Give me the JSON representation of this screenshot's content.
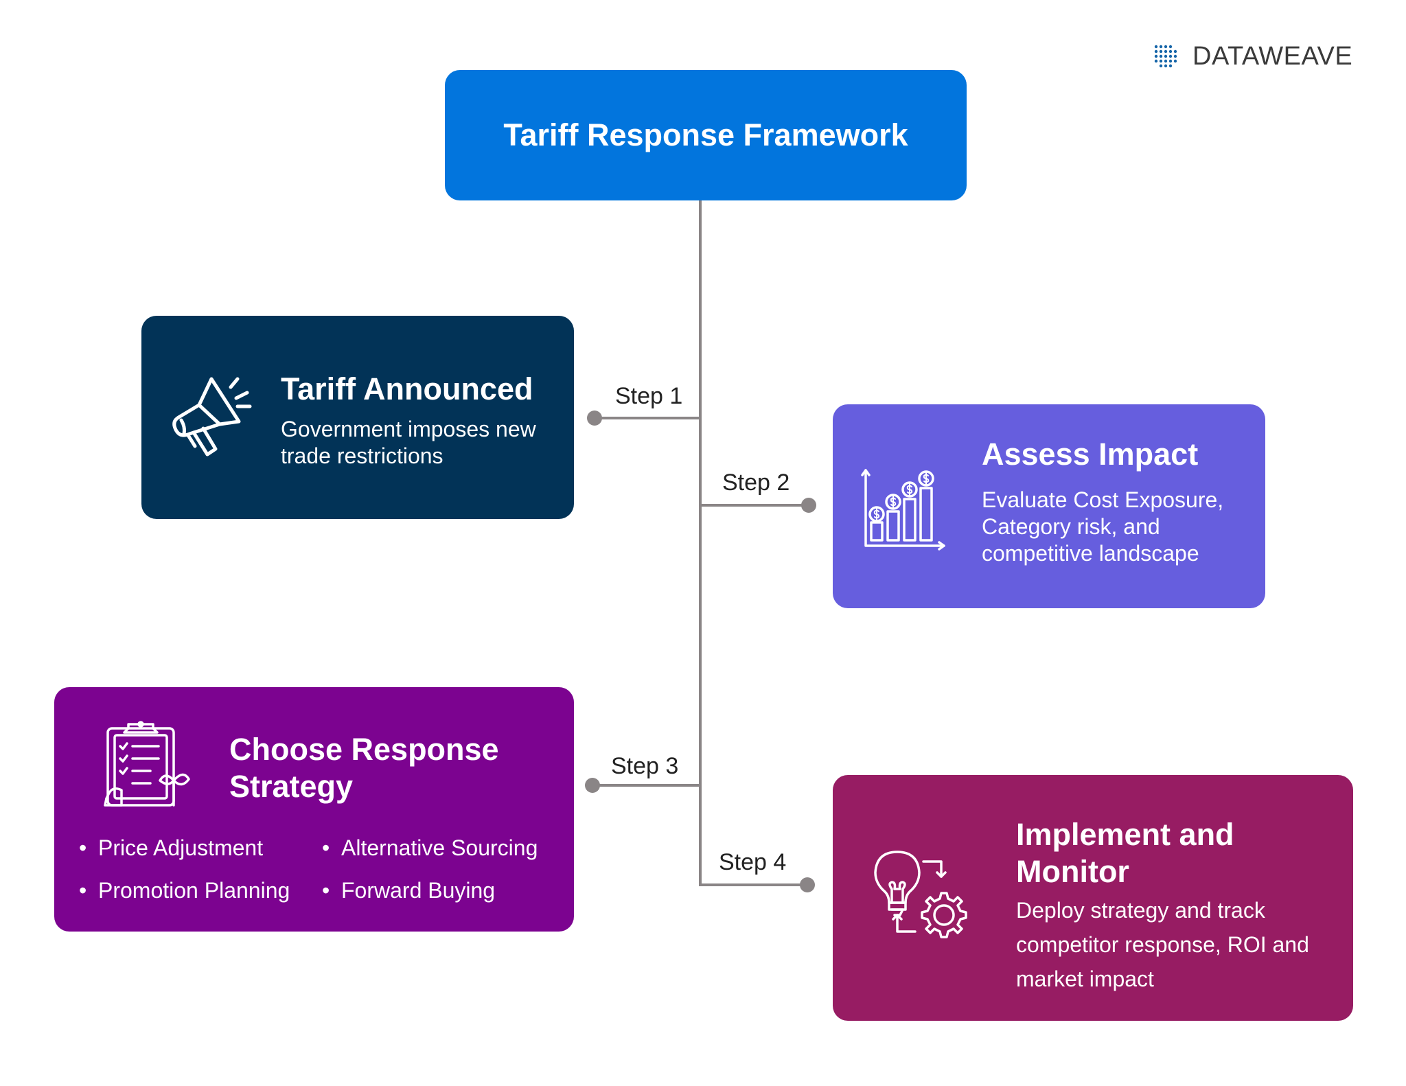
{
  "brand": {
    "name": "DATAWEAVE"
  },
  "header": {
    "title": "Tariff Response Framework"
  },
  "colors": {
    "header": "#0275DD",
    "step1": "#023357",
    "step2": "#665EDE",
    "step3": "#7C0390",
    "step4": "#971C63",
    "connector": "#8A8586"
  },
  "steps": [
    {
      "label": "Step 1",
      "title": "Tariff Announced",
      "description": "Government imposes new trade restrictions",
      "icon": "megaphone-icon"
    },
    {
      "label": "Step 2",
      "title": "Assess Impact",
      "description": "Evaluate Cost Exposure, Category risk, and competitive landscape",
      "icon": "bar-chart-dollar-icon"
    },
    {
      "label": "Step 3",
      "title": "Choose Response Strategy",
      "bullets": [
        "Price Adjustment",
        "Alternative Sourcing",
        "Promotion Planning",
        "Forward Buying"
      ],
      "icon": "clipboard-checklist-icon"
    },
    {
      "label": "Step 4",
      "title": "Implement and Monitor",
      "description": "Deploy strategy and track competitor response, ROI and market impact",
      "icon": "lightbulb-gear-icon"
    }
  ]
}
